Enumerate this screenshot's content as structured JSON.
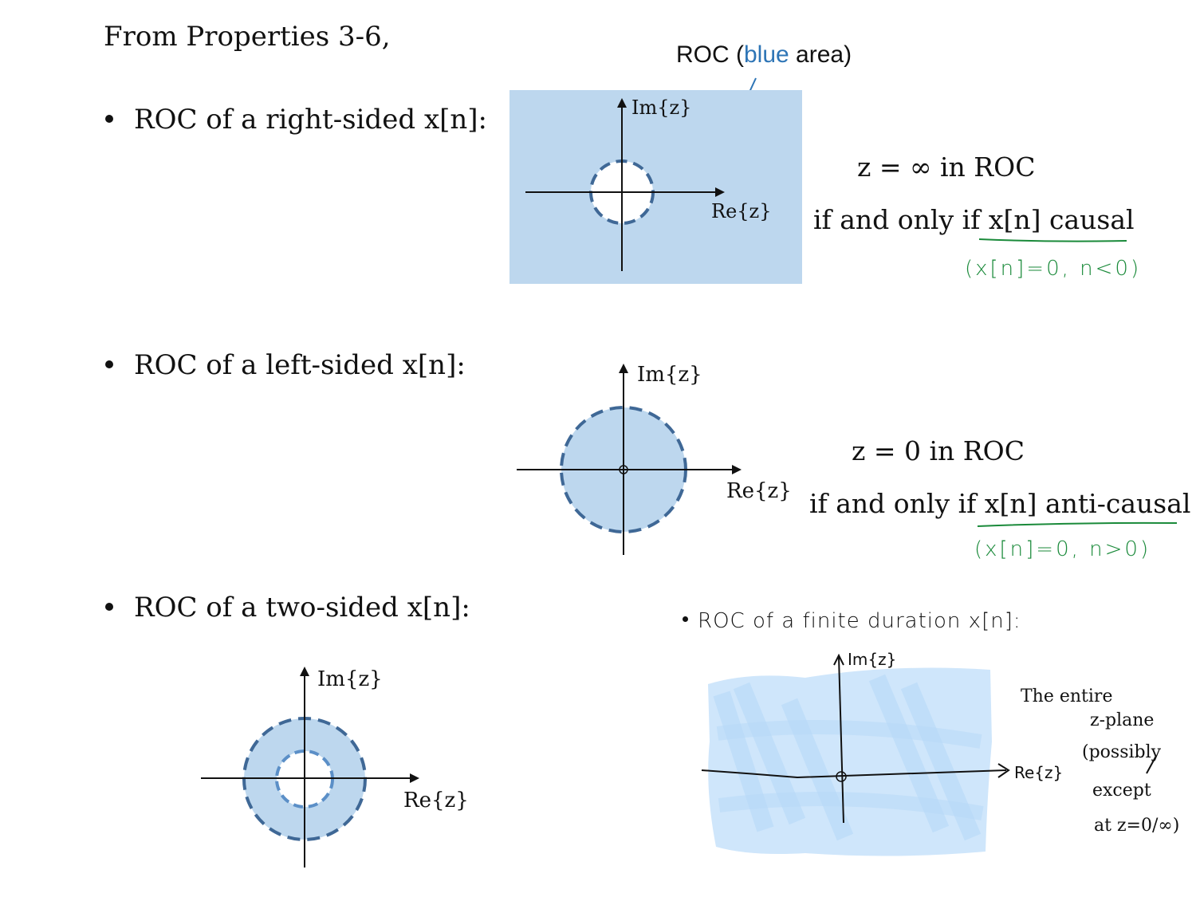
{
  "heading": "From Properties 3-6,",
  "legend": {
    "prefix": "ROC (",
    "blue_word": "blue",
    "suffix": " area)",
    "blue_color": "#2e75b6"
  },
  "colors": {
    "roc_fill": "#bdd7ee",
    "dashed_circle": "#3f6896",
    "hand_fill": "#cfe6fb",
    "green_note": "#1a8a3a"
  },
  "right_sided": {
    "bullet": "ROC of a right-sided x[n]:",
    "im_label": "Im{z}",
    "re_label": "Re{z}",
    "condition": "z = ∞ in ROC",
    "iff": "if and only if x[n] causal",
    "note": "(x[n]=0, n<0)"
  },
  "left_sided": {
    "bullet": "ROC of a left-sided x[n]:",
    "im_label": "Im{z}",
    "re_label": "Re{z}",
    "condition": "z = 0 in ROC",
    "iff": "if and only if x[n] anti-causal",
    "note": "(x[n]=0, n>0)"
  },
  "two_sided": {
    "bullet": "ROC of a two-sided x[n]:",
    "im_label": "Im{z}",
    "re_label": "Re{z}"
  },
  "finite": {
    "bullet": "ROC of a finite duration x[n]:",
    "im_label": "Im{z}",
    "re_label": "Re{z}",
    "note_lines": [
      "The entire",
      "z-plane",
      "(possibly",
      "except",
      "at z=0/∞)"
    ]
  }
}
